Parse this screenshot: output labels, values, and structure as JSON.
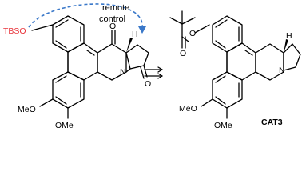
{
  "left_molecule": {
    "protecting_group": "TBSO",
    "annotation_line1": "remote",
    "annotation_line2": "control",
    "hydrogen": "H",
    "nitrogen": "N",
    "oxygen_top": "O",
    "oxygen_bottom": "O",
    "methoxy_1": "MeO",
    "methoxy_2": "OMe"
  },
  "right_molecule": {
    "ester_oxygen": "O",
    "carbonyl_oxygen": "O",
    "hydrogen": "H",
    "nitrogen": "N",
    "methoxy_1": "MeO",
    "methoxy_2": "OMe",
    "compound_label": "CAT3"
  },
  "colors": {
    "protecting_group": "#e8333a",
    "annotation_arrow": "#3a78c9",
    "bonds": "#000000"
  },
  "icons": {
    "reaction_arrows": "double-forward-arrow-icon"
  }
}
